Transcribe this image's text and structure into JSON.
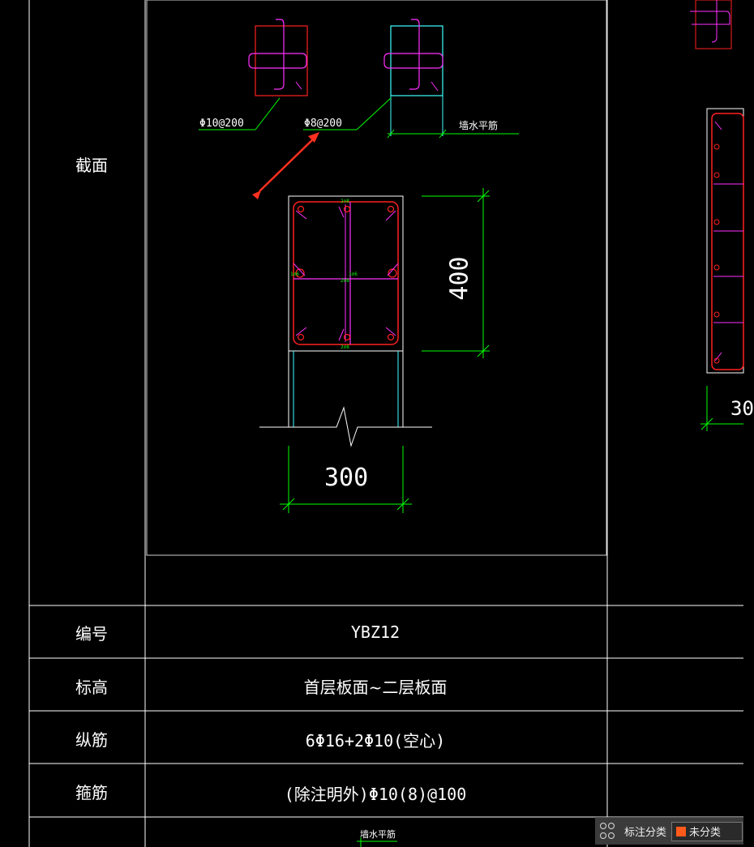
{
  "table_rows": [
    {
      "label": "截面",
      "value": ""
    },
    {
      "label": "编号",
      "value": "YBZ12"
    },
    {
      "label": "标高",
      "value": "首层板面~二层板面"
    },
    {
      "label": "纵筋",
      "value": "6Φ16+2Φ10(空心)"
    },
    {
      "label": "箍筋",
      "value": "(除注明外)Φ10(8)@100"
    }
  ],
  "section_annotations": {
    "stirrup_left": "Φ10@200",
    "stirrup_right": "Φ8@200",
    "wall_horizontal": "墙水平筋",
    "dim_height": "400",
    "dim_width": "300",
    "right_dim_partial": "30",
    "bottom_note": "墙水平筋"
  },
  "toolbar": {
    "label": "标注分类",
    "select_value": "未分类",
    "swatch_color": "#ff5a1a"
  },
  "colors": {
    "background": "#000000",
    "grid": "#ffffff",
    "rebar_red": "#ff2020",
    "stirrup_magenta": "#ff30ff",
    "outline_cyan": "#40ffff",
    "dim_green": "#00ff00",
    "arrow_red": "#ff3020"
  }
}
